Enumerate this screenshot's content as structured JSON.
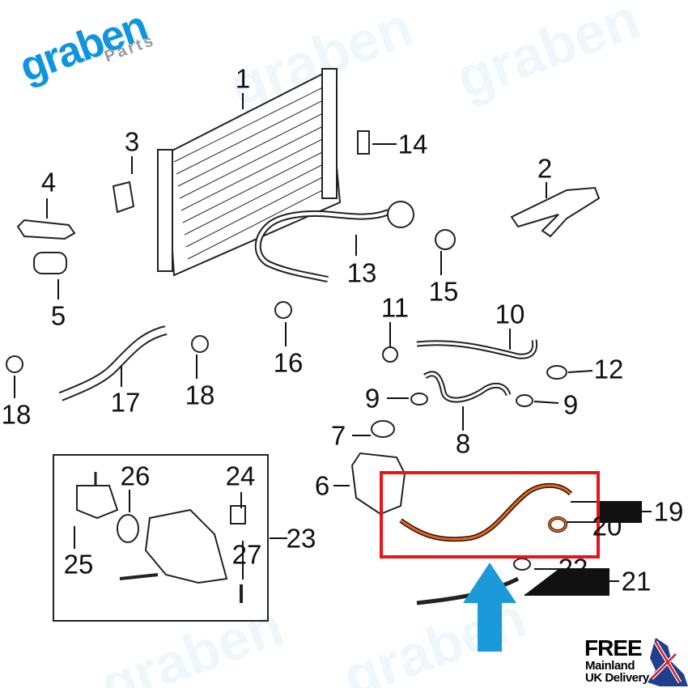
{
  "logo": {
    "brand": "graben",
    "sub": "Parts"
  },
  "watermark": "graben",
  "callouts": [
    {
      "id": "1",
      "label": "1"
    },
    {
      "id": "2",
      "label": "2"
    },
    {
      "id": "3",
      "label": "3"
    },
    {
      "id": "4",
      "label": "4"
    },
    {
      "id": "5",
      "label": "5"
    },
    {
      "id": "6",
      "label": "6"
    },
    {
      "id": "7",
      "label": "7"
    },
    {
      "id": "8",
      "label": "8"
    },
    {
      "id": "9a",
      "label": "9"
    },
    {
      "id": "9b",
      "label": "9"
    },
    {
      "id": "10",
      "label": "10"
    },
    {
      "id": "11",
      "label": "11"
    },
    {
      "id": "12",
      "label": "12"
    },
    {
      "id": "13",
      "label": "13"
    },
    {
      "id": "14",
      "label": "14"
    },
    {
      "id": "15",
      "label": "15"
    },
    {
      "id": "16",
      "label": "16"
    },
    {
      "id": "17",
      "label": "17"
    },
    {
      "id": "18a",
      "label": "18"
    },
    {
      "id": "18b",
      "label": "18"
    },
    {
      "id": "19",
      "label": "19"
    },
    {
      "id": "20",
      "label": "20"
    },
    {
      "id": "21",
      "label": "21"
    },
    {
      "id": "22",
      "label": "22"
    },
    {
      "id": "23",
      "label": "23"
    },
    {
      "id": "24",
      "label": "24"
    },
    {
      "id": "25",
      "label": "25"
    },
    {
      "id": "26",
      "label": "26"
    },
    {
      "id": "27",
      "label": "27"
    }
  ],
  "badge": {
    "free": "FREE",
    "line1": "Mainland",
    "line2": "UK Delivery"
  },
  "colors": {
    "highlight_box": "#e8141c",
    "highlight_part": "#e8641e",
    "arrow": "#1a9ad8",
    "brand": "#0f95de"
  }
}
